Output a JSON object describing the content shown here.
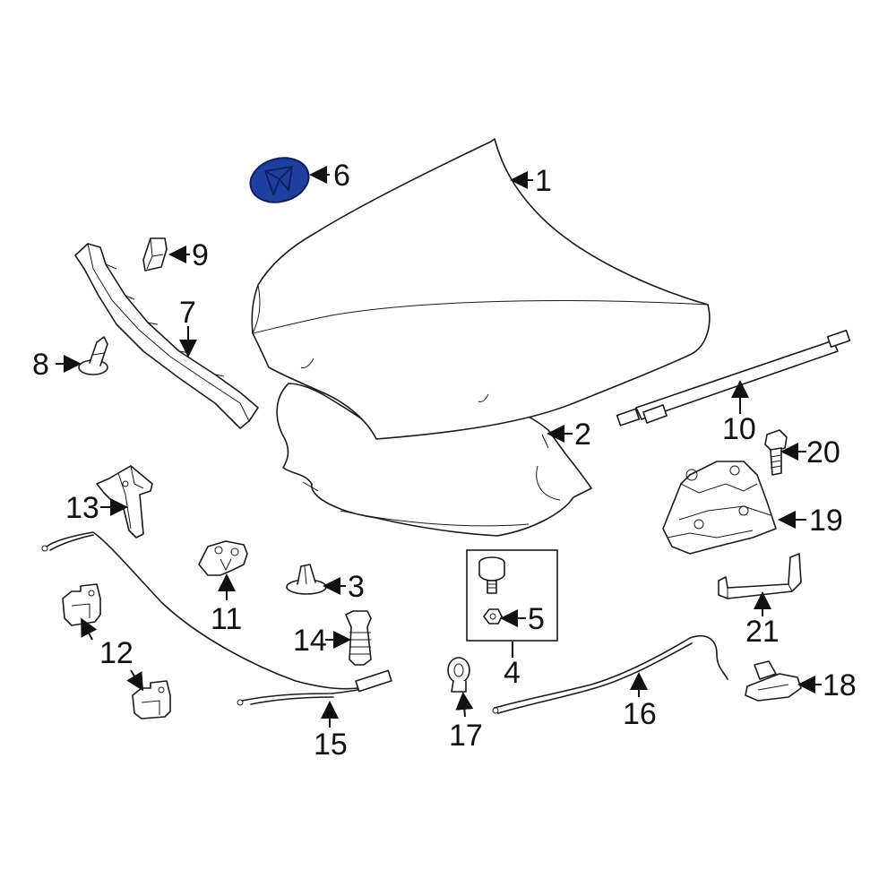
{
  "diagram": {
    "highlight_color": "#1f3f9f",
    "line_color": "#1a1a1a",
    "callouts": {
      "c1": "1",
      "c2": "2",
      "c3": "3",
      "c4": "4",
      "c5": "5",
      "c6": "6",
      "c7": "7",
      "c8": "8",
      "c9": "9",
      "c10": "10",
      "c11": "11",
      "c12": "12",
      "c13": "13",
      "c14": "14",
      "c15": "15",
      "c16": "16",
      "c17": "17",
      "c18": "18",
      "c19": "19",
      "c20": "20",
      "c21": "21"
    }
  }
}
